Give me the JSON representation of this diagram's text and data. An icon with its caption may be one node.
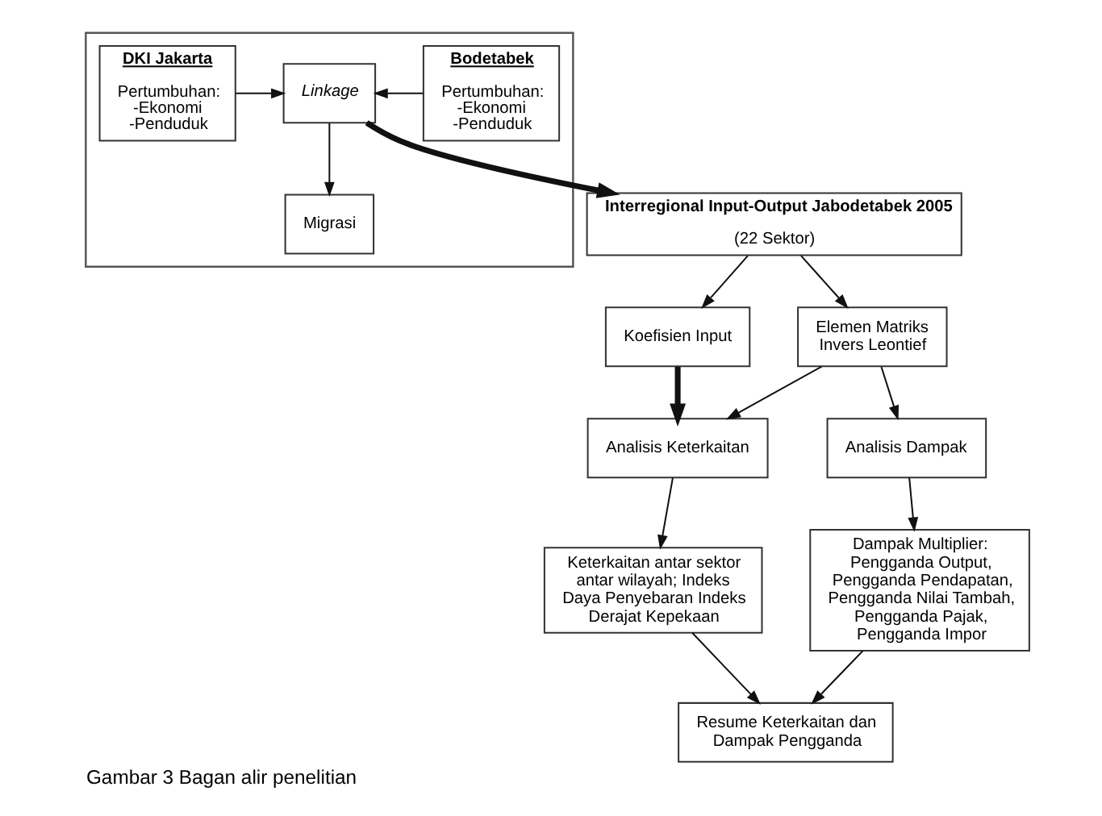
{
  "diagram": {
    "caption": "Gambar 3 Bagan alir penelitian",
    "nodes": [
      {
        "text": [],
        "shape": "box"
      },
      {
        "text": [
          "DKI Jakarta",
          "Pertumbuhan: -Ekonomi -Penduduk"
        ],
        "in": 0
      },
      {
        "text": [
          "Linkage"
        ],
        "in": 0
      },
      {
        "text": [
          "Bodetabek",
          "Pertumbuhan: -Ekonomi -Penduduk"
        ],
        "in": 0
      },
      {
        "text": [
          "Migrasi"
        ],
        "in": 0
      },
      {
        "text": [
          "Interregional Input-Output Jabodetabek 2005",
          "(22 Sektor)"
        ]
      },
      {
        "text": [
          "Koefisien Input"
        ]
      },
      {
        "text": [
          "Elemen Matriks Invers Leontief"
        ]
      },
      {
        "text": [
          "Analisis Keterkaitan"
        ]
      },
      {
        "text": [
          "Analisis Dampak"
        ]
      },
      {
        "text": [
          "Keterkaitan antar sektor antar wilayah; Indeks Daya Penyebaran Indeks Derajat Kepekaan"
        ]
      },
      {
        "text": [
          "Dampak Multiplier: Pengganda Output, Pengganda Pendapatan, Pengganda Nilai Tambah, Pengganda Pajak, Pengganda Impor"
        ]
      },
      {
        "text": [
          "Resume Keterkaitan dan Dampak Pengganda"
        ]
      }
    ],
    "edges": [
      {
        "from": 1,
        "to": 2,
        "arrow": "to"
      },
      {
        "from": 3,
        "to": 2,
        "arrow": "to"
      },
      {
        "from": 2,
        "to": 4,
        "arrow": "to"
      },
      {
        "from": 2,
        "to": 5,
        "arrow": "to",
        "style": "thick"
      },
      {
        "from": 5,
        "to": 6,
        "arrow": "to"
      },
      {
        "from": 5,
        "to": 7,
        "arrow": "to"
      },
      {
        "from": 6,
        "to": 8,
        "arrow": "to",
        "style": "thick"
      },
      {
        "from": 7,
        "to": 8,
        "arrow": "to"
      },
      {
        "from": 7,
        "to": 9,
        "arrow": "to"
      },
      {
        "from": 8,
        "to": 10,
        "arrow": "to"
      },
      {
        "from": 9,
        "to": 11,
        "arrow": "to"
      },
      {
        "from": 10,
        "to": 12,
        "arrow": "to"
      },
      {
        "from": 11,
        "to": 12,
        "arrow": "to"
      }
    ]
  }
}
